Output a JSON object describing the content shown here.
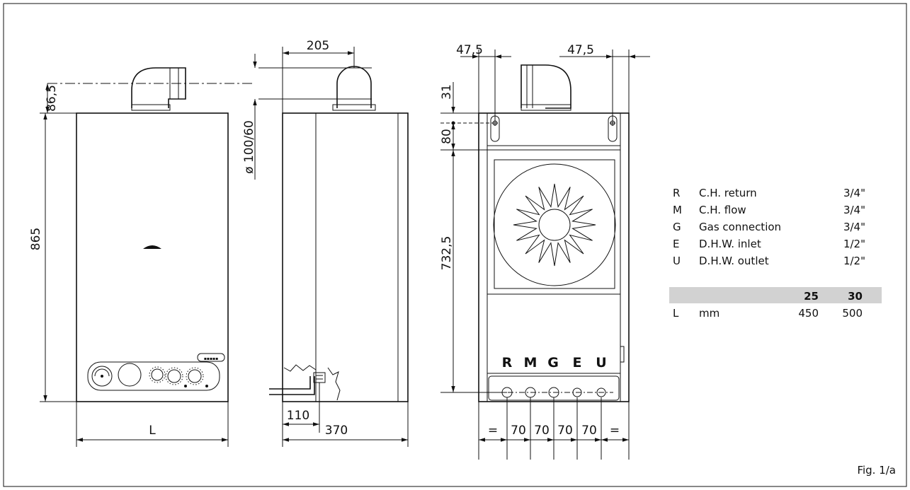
{
  "figure_label": "Fig. 1/a",
  "front_view": {
    "dims": {
      "flue_offset": "86,5",
      "height": "865",
      "width": "L"
    }
  },
  "side_view": {
    "dims": {
      "flue_depth": "205",
      "flue_diameter": "ø 100/60",
      "pipe_offset": "110",
      "depth": "370"
    }
  },
  "rear_view": {
    "dims": {
      "left_offset": "47,5",
      "right_offset": "47,5",
      "top_gap": "31",
      "bracket_height": "80",
      "fitting_height": "732,5",
      "side_eq_left": "=",
      "side_eq_right": "=",
      "pitch": [
        "70",
        "70",
        "70",
        "70"
      ]
    },
    "connection_letters": [
      "R",
      "M",
      "G",
      "E",
      "U"
    ]
  },
  "legend": {
    "items": [
      {
        "code": "R",
        "desc": "C.H. return",
        "size": "3/4\""
      },
      {
        "code": "M",
        "desc": "C.H. flow",
        "size": "3/4\""
      },
      {
        "code": "G",
        "desc": "Gas connection",
        "size": "3/4\""
      },
      {
        "code": "E",
        "desc": "D.H.W. inlet",
        "size": "1/2\""
      },
      {
        "code": "U",
        "desc": "D.H.W. outlet",
        "size": "1/2\""
      }
    ]
  },
  "size_table": {
    "headers": [
      "25",
      "30"
    ],
    "row": {
      "label": "L",
      "unit": "mm",
      "values": [
        "450",
        "500"
      ]
    }
  }
}
